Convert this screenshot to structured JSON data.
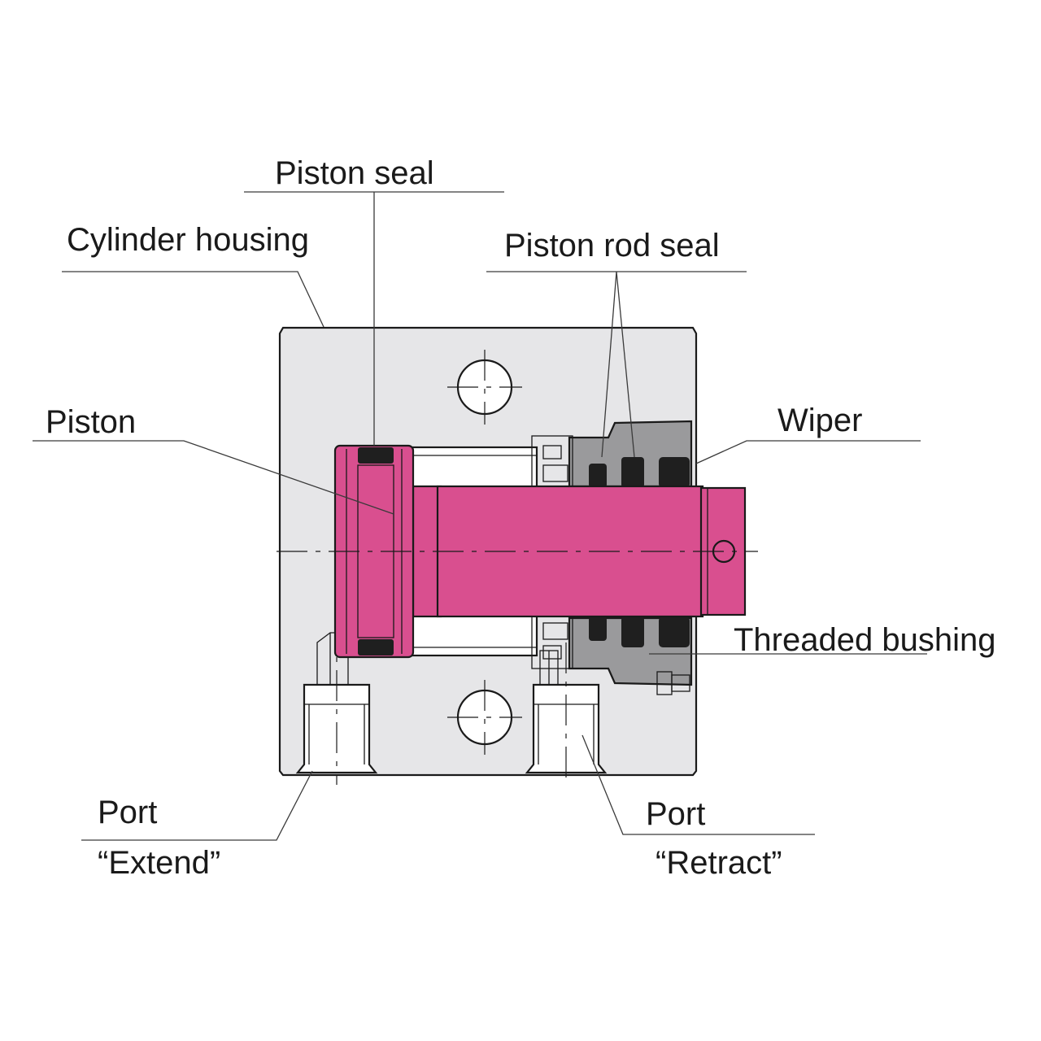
{
  "labels": {
    "piston_seal": "Piston seal",
    "cylinder_housing": "Cylinder housing",
    "piston_rod_seal": "Piston rod seal",
    "piston": "Piston",
    "wiper": "Wiper",
    "threaded_bushing": "Threaded bushing",
    "port_extend_line1": "Port",
    "port_extend_line2": "“Extend”",
    "port_retract_line1": "Port",
    "port_retract_line2": "“Retract”"
  },
  "colors": {
    "housing": "#e6e6e8",
    "piston": "#d94f8f",
    "seal": "#1f1f1f",
    "bushing": "#9a9a9c",
    "bore": "#ffffff"
  }
}
